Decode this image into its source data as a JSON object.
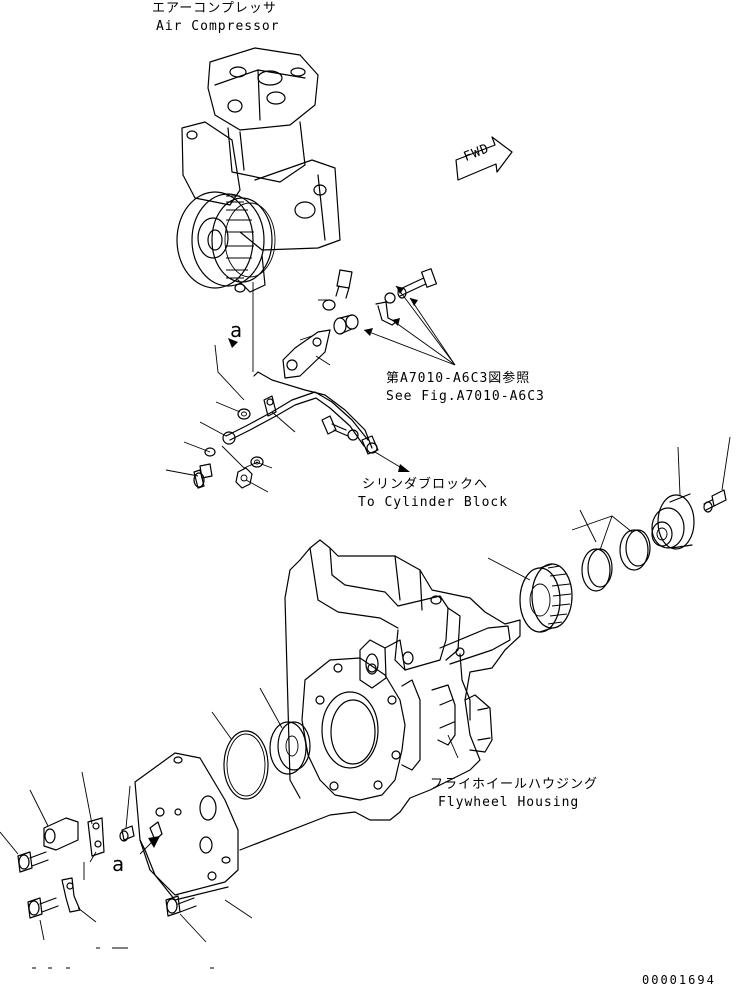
{
  "labels": {
    "air_compressor_jp": "エアーコンプレッサ",
    "air_compressor_en": "Air Compressor",
    "fwd": "FWD",
    "see_fig_jp": "第A7010-A6C3図参照",
    "see_fig_en": "See Fig.A7010-A6C3",
    "cylinder_block_jp": "シリンダブロックへ",
    "cylinder_block_en": "To Cylinder Block",
    "flywheel_housing_jp": "フライホイールハウジング",
    "flywheel_housing_en": "Flywheel Housing",
    "ref_a_top": "a",
    "ref_a_bottom": "a",
    "drawing_number": "00001694"
  }
}
